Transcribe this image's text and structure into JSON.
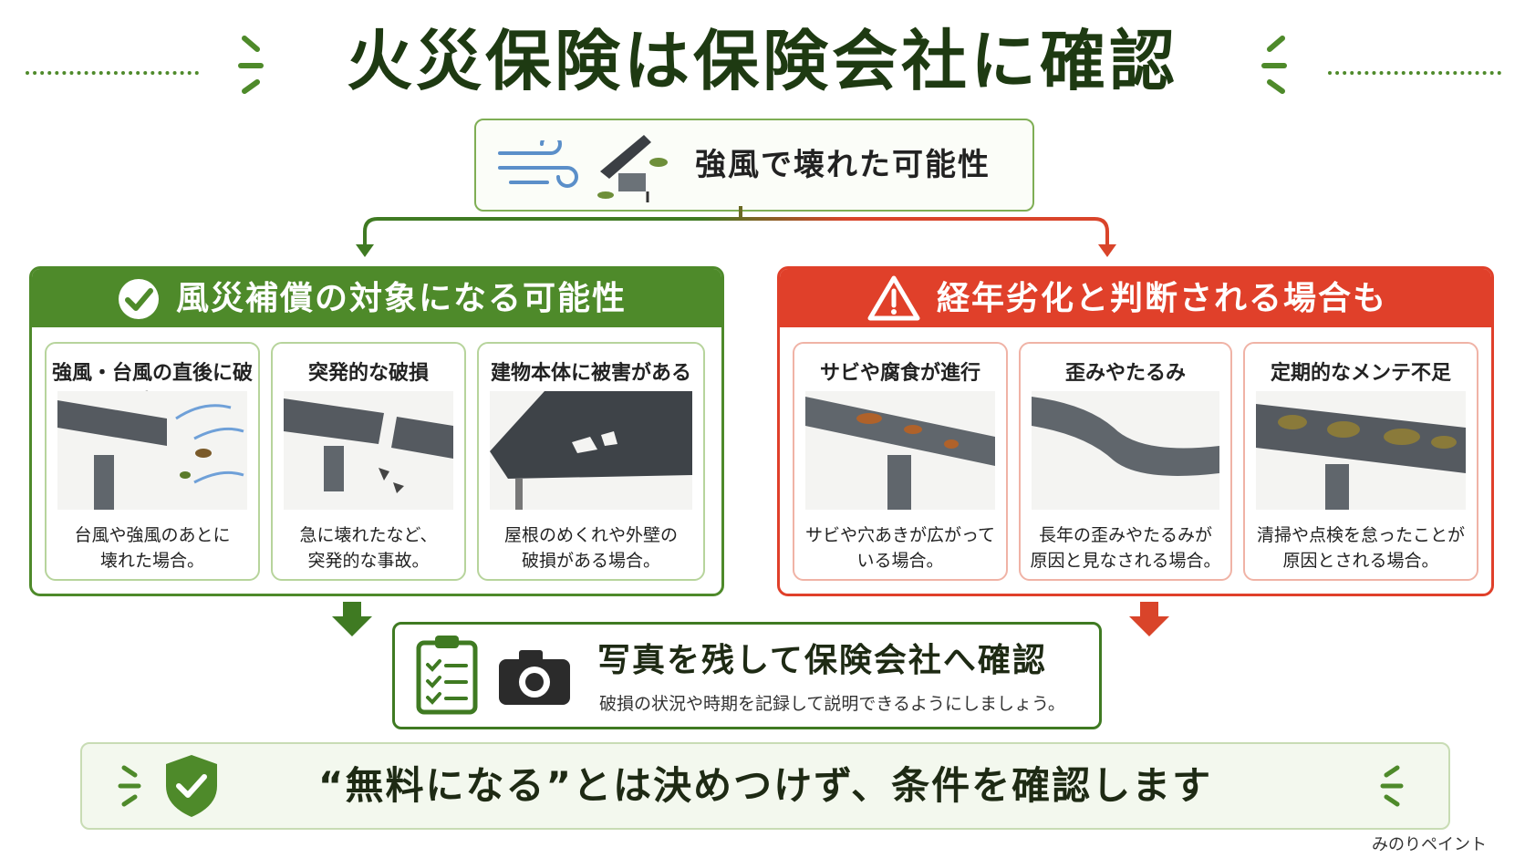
{
  "title": "火災保険は保険会社に確認",
  "top": {
    "label": "強風で壊れた可能性"
  },
  "covered": {
    "heading": "風災補償の対象になる可能性",
    "cards": [
      {
        "title": "強風・台風の直後に破損",
        "desc1": "台風や強風のあとに",
        "desc2": "壊れた場合。"
      },
      {
        "title": "突発的な破損",
        "desc1": "急に壊れたなど、",
        "desc2": "突発的な事故。"
      },
      {
        "title": "建物本体に被害がある",
        "desc1": "屋根のめくれや外壁の",
        "desc2": "破損がある場合。"
      }
    ]
  },
  "aging": {
    "heading": "経年劣化と判断される場合も",
    "cards": [
      {
        "title": "サビや腐食が進行",
        "desc1": "サビや穴あきが広がって",
        "desc2": "いる場合。"
      },
      {
        "title": "歪みやたるみ",
        "desc1": "長年の歪みやたるみが",
        "desc2": "原因と見なされる場合。"
      },
      {
        "title": "定期的なメンテ不足",
        "desc1": "清掃や点検を怠ったことが",
        "desc2": "原因とされる場合。"
      }
    ]
  },
  "action": {
    "title": "写真を残して保険会社へ確認",
    "subtitle": "破損の状況や時期を記録して説明できるようにしましょう。"
  },
  "footer": {
    "text": "“無料になる”とは決めつけず、条件を確認します"
  },
  "brand": "みのりペイント",
  "colors": {
    "green": "#4e8a2a",
    "red": "#e0402a",
    "dark": "#1e3a12"
  },
  "icons": [
    "wind-icon",
    "roof-icon",
    "check-circle-icon",
    "warning-icon",
    "clipboard-icon",
    "camera-icon",
    "shield-check-icon"
  ]
}
